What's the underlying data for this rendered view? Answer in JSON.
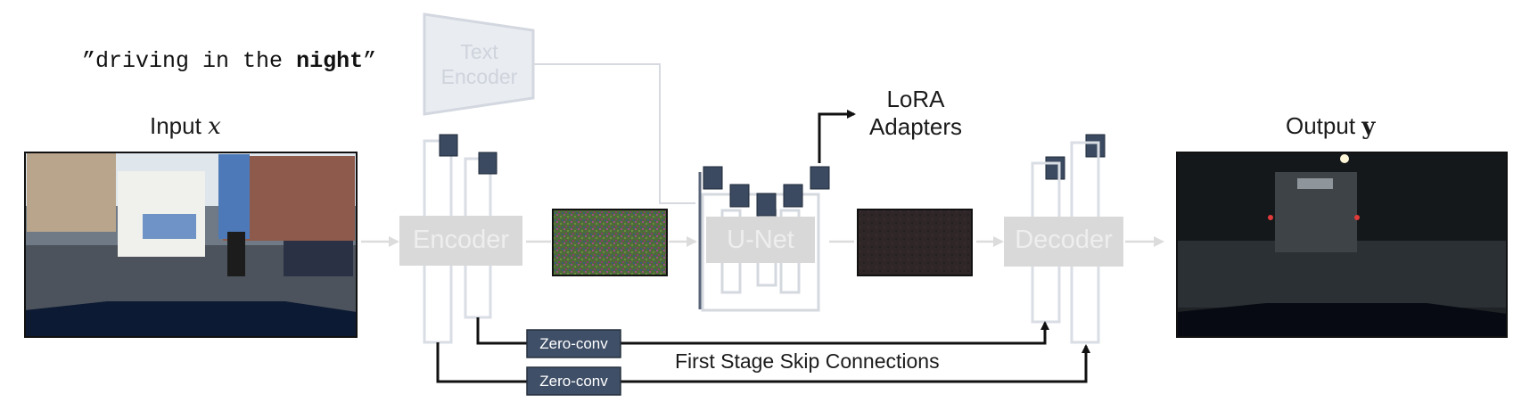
{
  "prompt": {
    "open_quote": "”",
    "text": "driving in the ",
    "bold": "night",
    "close_quote": "”"
  },
  "input": {
    "label": "Input",
    "var": "x"
  },
  "output": {
    "label": "Output",
    "var": "y"
  },
  "blocks": {
    "text_encoder_line1": "Text",
    "text_encoder_line2": "Encoder",
    "encoder": "Encoder",
    "unet": "U-Net",
    "decoder": "Decoder"
  },
  "lora": {
    "line1": "LoRA",
    "line2": "Adapters"
  },
  "zero_conv_1": "Zero-conv",
  "zero_conv_2": "Zero-conv",
  "skip_label": "First Stage Skip Connections",
  "colors": {
    "adapter": "#3b4a61",
    "faded_block": "#d6d6d6",
    "faded_line": "#d3d6de",
    "arrow": "#111111",
    "zeroconv": "#3f4f67"
  }
}
